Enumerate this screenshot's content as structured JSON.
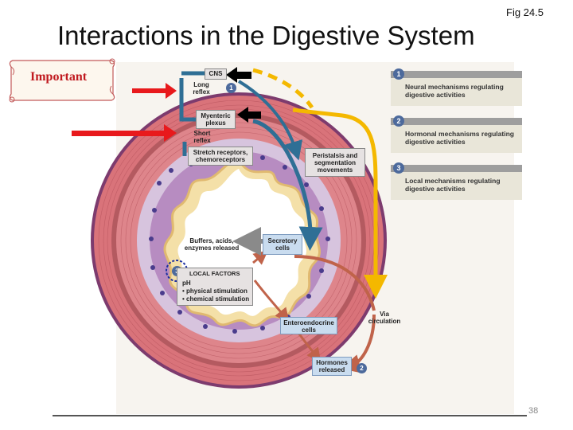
{
  "slide": {
    "title": "Interactions in the Digestive System",
    "fig_label": "Fig 24.5",
    "page_number": "38",
    "important_note": "Important"
  },
  "key": [
    {
      "num": "1",
      "text": "Neural mechanisms regulating digestive activities"
    },
    {
      "num": "2",
      "text": "Hormonal mechanisms regulating digestive activities"
    },
    {
      "num": "3",
      "text": "Local mechanisms regulating digestive activities"
    }
  ],
  "labels": {
    "cns": "CNS",
    "long_reflex": "Long reflex",
    "long_reflex_num": "1",
    "myenteric": "Myenteric plexus",
    "short_reflex": "Short reflex",
    "stretch": "Stretch receptors, chemoreceptors",
    "peristalsis": "Peristalsis and segmentation movements",
    "buffers": "Buffers, acids, enzymes released",
    "secretory": "Secretory cells",
    "local_num": "3",
    "local_title": "LOCAL FACTORS",
    "local_items": [
      "pH",
      "• physical stimulation",
      "• chemical stimulation"
    ],
    "enteroendocrine": "Enteroendocrine cells",
    "via": "Via circulation",
    "hormones": "Hormones released",
    "hormones_num": "2"
  },
  "colors": {
    "arrow_red": "#e8191c",
    "arrow_black": "#000000",
    "pathway_blue": "#2f6f95",
    "pathway_yellow": "#f4b800",
    "pathway_rust": "#c0634a",
    "wall_pink": "#d9737a",
    "mucosa_purple": "#b78cc1"
  }
}
